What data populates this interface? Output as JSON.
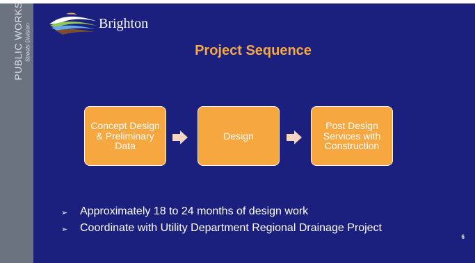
{
  "sidebar": {
    "title": "PUBLIC WORKS",
    "subtitle": "Streets Division"
  },
  "logo": {
    "text": "Brighton",
    "icon": "brighton-swoosh-logo-icon"
  },
  "slide": {
    "title": "Project Sequence",
    "process": [
      {
        "label": "Concept Design & Preliminary Data"
      },
      {
        "label": "Design"
      },
      {
        "label": "Post Design Services with Construction"
      }
    ],
    "bullets": [
      {
        "mark": "➢",
        "text": "Approximately 18 to 24 months of design work"
      },
      {
        "mark": "➢",
        "text": "Coordinate with Utility Department Regional Drainage Project"
      }
    ],
    "page_number": "6"
  },
  "colors": {
    "background": "#1b1f7e",
    "sidebar": "#6b7380",
    "accent": "#f7a73f",
    "arrow": "#f6d6be"
  }
}
